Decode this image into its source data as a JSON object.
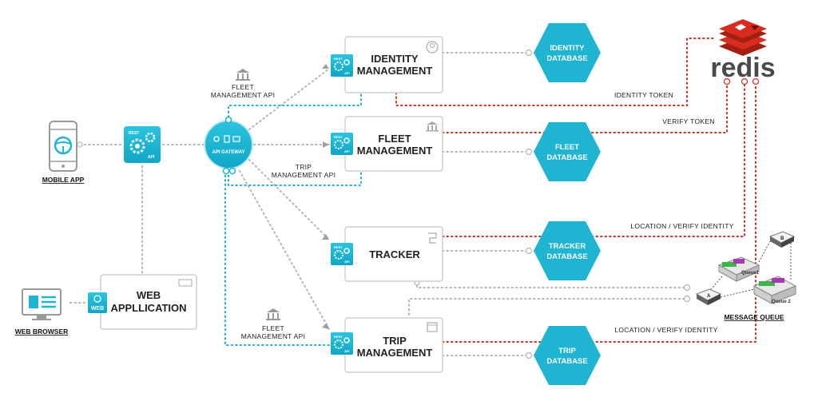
{
  "clients": {
    "mobile": "MOBILE APP",
    "browser": "WEB BROWSER",
    "web_app_line1": "WEB",
    "web_app_line2": "APPLLICATION",
    "web_badge": "WEB"
  },
  "gateway": {
    "label": "API GATEWAY"
  },
  "rest_badge": {
    "rest": "REST",
    "api": "API"
  },
  "services": {
    "identity": [
      "IDENTITY",
      "MANAGEMENT"
    ],
    "fleet": [
      "FLEET",
      "MANAGEMENT"
    ],
    "tracker": [
      "TRACKER"
    ],
    "trip": [
      "TRIP",
      "MANAGEMENT"
    ]
  },
  "databases": {
    "identity": [
      "IDENTITY",
      "DATABASE"
    ],
    "fleet": [
      "FLEET",
      "DATABASE"
    ],
    "tracker": [
      "TRACKER",
      "DATABASE"
    ],
    "trip": [
      "TRIP",
      "DATABASE"
    ]
  },
  "api_labels": {
    "fleet_top": [
      "FLEET",
      "MANAGEMENT API"
    ],
    "trip_mid": [
      "TRIP",
      "MANAGEMENT API"
    ],
    "fleet_bottom": [
      "FLEET",
      "MANAGEMENT API"
    ]
  },
  "connections": {
    "identity_token": "IDENTITY TOKEN",
    "verify_token": "VERIFY TOKEN",
    "location_verify_1": "LOCATION / VERIFY IDENTITY",
    "location_verify_2": "LOCATION / VERIFY IDENTITY"
  },
  "redis": {
    "label": "redis"
  },
  "message_queue": {
    "label": "MESSAGE QUEUE",
    "queue1": "Queue1",
    "queue2": "Queue 2",
    "node_a": "A",
    "node_b": "B"
  },
  "colors": {
    "teal": "#1fb5d2",
    "red_line": "#d62d20",
    "redis_red": "#d82c20",
    "gray_line": "#b5b5b5"
  }
}
